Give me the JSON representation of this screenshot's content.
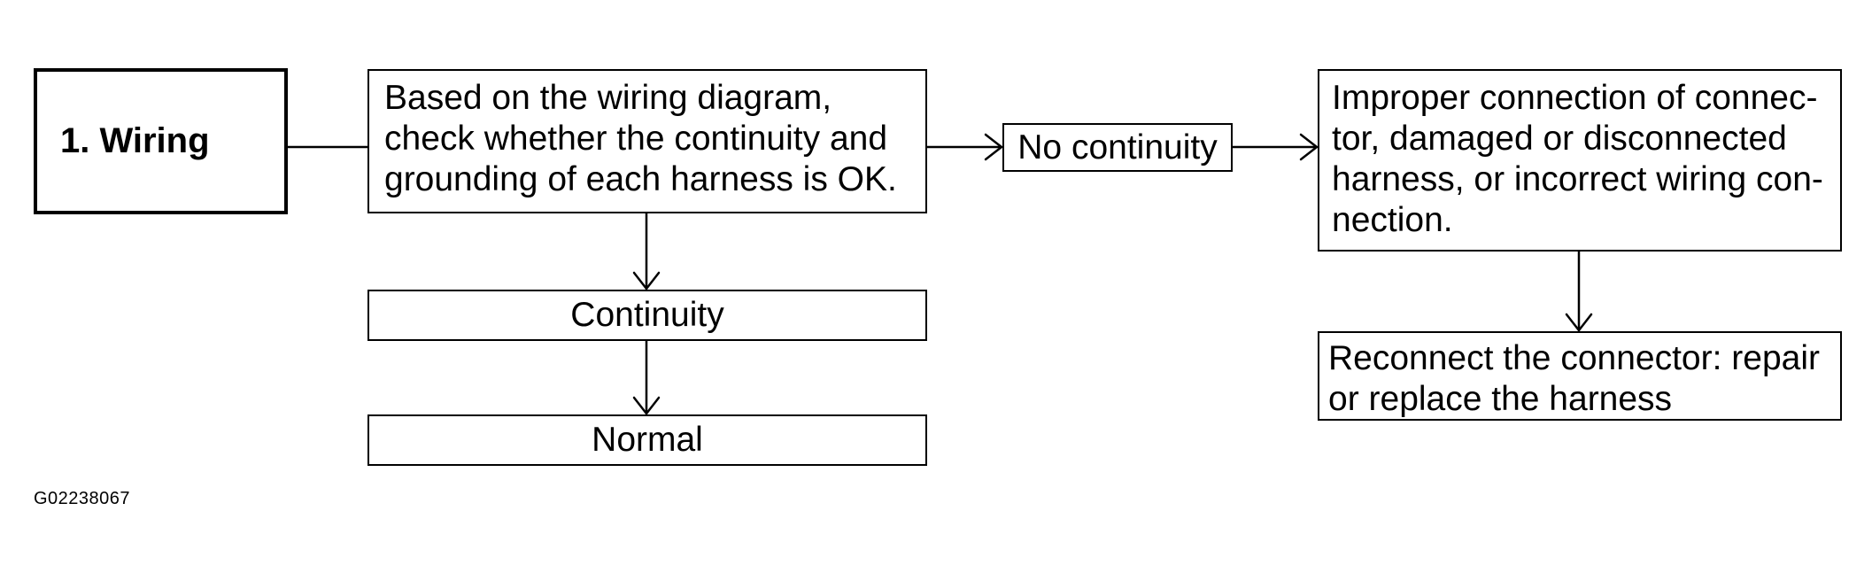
{
  "diagram": {
    "step_box": {
      "label": "1. Wiring"
    },
    "check_box": {
      "lines": [
        "Based on the wiring diagram,",
        "check whether the continuity and",
        "grounding of each harness is OK."
      ]
    },
    "no_continuity_box": {
      "label": "No continuity"
    },
    "continuity_box": {
      "label": "Continuity"
    },
    "normal_box": {
      "label": "Normal"
    },
    "cause_box": {
      "lines": [
        "Improper connection of connec-",
        "tor, damaged or disconnected",
        "harness, or incorrect wiring con-",
        "nection."
      ]
    },
    "remedy_box": {
      "lines": [
        "Reconnect the connector: repair",
        "or replace the harness"
      ]
    },
    "figure_id": "G02238067",
    "line_color": "#000000"
  }
}
